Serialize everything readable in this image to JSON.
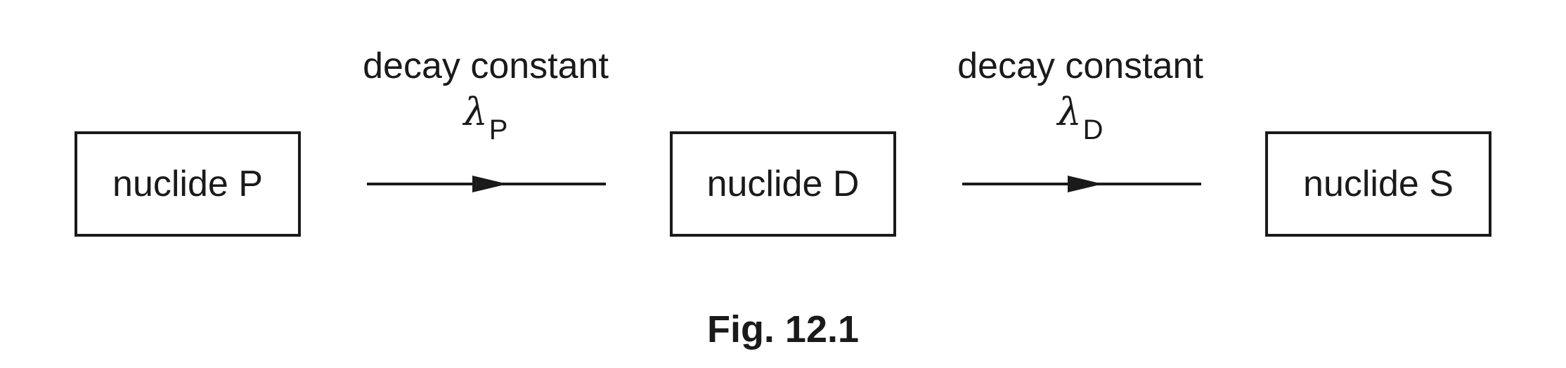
{
  "nodes": [
    {
      "label": "nuclide P"
    },
    {
      "label": "nuclide D"
    },
    {
      "label": "nuclide S"
    }
  ],
  "transitions": [
    {
      "label": "decay constant",
      "symbol": "λ",
      "subscript": "P"
    },
    {
      "label": "decay constant",
      "symbol": "λ",
      "subscript": "D"
    }
  ],
  "caption": "Fig. 12.1",
  "colors": {
    "stroke": "#1a1a1a",
    "background": "#ffffff"
  }
}
